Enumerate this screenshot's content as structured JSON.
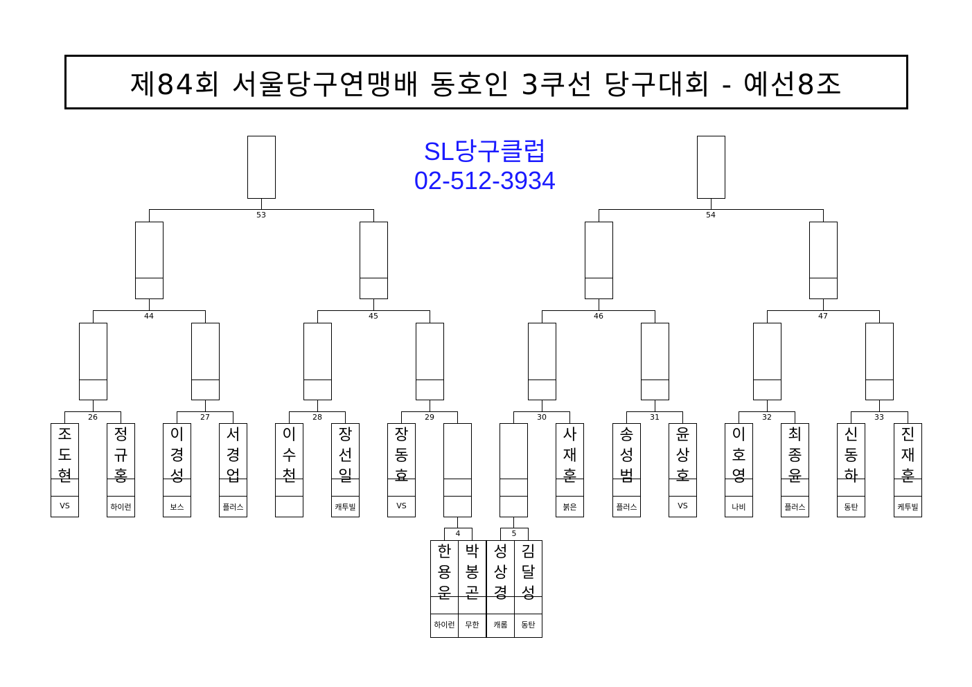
{
  "title": "제84회 서울당구연맹배 동호인 3쿠선 당구대회 - 예선8조",
  "club": {
    "name": "SL당구클럽",
    "phone": "02-512-3934",
    "color": "#1a1aff"
  },
  "players": [
    {
      "name": "조도현",
      "club": "VS"
    },
    {
      "name": "정규홍",
      "club": "하이런"
    },
    {
      "name": "이경성",
      "club": "보스"
    },
    {
      "name": "서경업",
      "club": "플러스"
    },
    {
      "name": "이수천",
      "club": ""
    },
    {
      "name": "장선일",
      "club": "캐투빌"
    },
    {
      "name": "장동효",
      "club": "VS"
    },
    {
      "name": "",
      "club": ""
    },
    {
      "name": "",
      "club": ""
    },
    {
      "name": "사재훈",
      "club": "붉은"
    },
    {
      "name": "송성범",
      "club": "플러스"
    },
    {
      "name": "윤상호",
      "club": "VS"
    },
    {
      "name": "이호영",
      "club": "나비"
    },
    {
      "name": "최종윤",
      "club": "플러스"
    },
    {
      "name": "신동하",
      "club": "동탄"
    },
    {
      "name": "진재훈",
      "club": "케투빌"
    }
  ],
  "prelim_players": [
    {
      "name": "한용운",
      "club": "하이런"
    },
    {
      "name": "박봉곤",
      "club": "무한"
    },
    {
      "name": "성상경",
      "club": "캐롬"
    },
    {
      "name": "김달성",
      "club": "동탄"
    }
  ],
  "matches": {
    "prelim": [
      "4",
      "5"
    ],
    "round1": [
      "26",
      "27",
      "28",
      "29",
      "30",
      "31",
      "32",
      "33"
    ],
    "round2": [
      "44",
      "45",
      "46",
      "47"
    ],
    "round3": [
      "53",
      "54"
    ]
  }
}
